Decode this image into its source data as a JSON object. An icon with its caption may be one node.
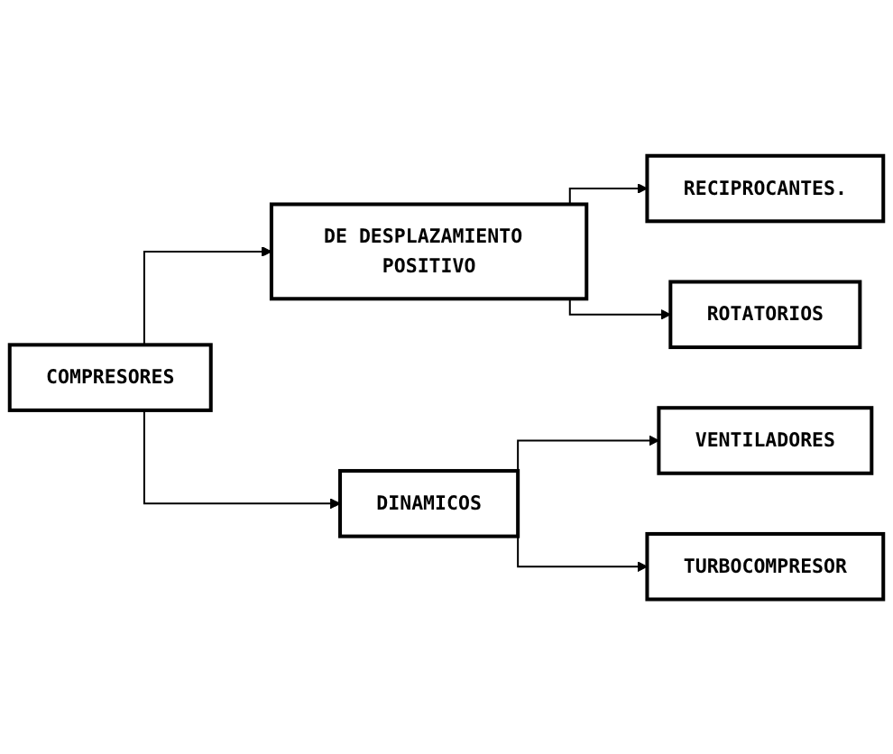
{
  "diagram": {
    "nodes": [
      {
        "text": [
          "COMPRESORES"
        ]
      },
      {
        "text": [
          "DE DESPLAZAMIENTO POSITIVO"
        ]
      },
      {
        "text": [
          "DINAMICOS"
        ]
      },
      {
        "text": [
          "RECIPROCANTES."
        ]
      },
      {
        "text": [
          "ROTATORIOS"
        ]
      },
      {
        "text": [
          "VENTILADORES"
        ]
      },
      {
        "text": [
          "TURBOCOMPRESOR"
        ]
      }
    ],
    "edges": [
      {
        "from": 0,
        "to": 1,
        "arrow": "to"
      },
      {
        "from": 0,
        "to": 2,
        "arrow": "to"
      },
      {
        "from": 1,
        "to": 3,
        "arrow": "to"
      },
      {
        "from": 1,
        "to": 4,
        "arrow": "to"
      },
      {
        "from": 2,
        "to": 5,
        "arrow": "to"
      },
      {
        "from": 2,
        "to": 6,
        "arrow": "to"
      }
    ]
  }
}
